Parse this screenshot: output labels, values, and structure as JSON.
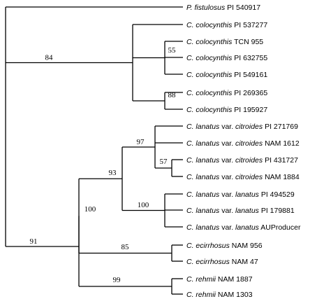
{
  "tree": {
    "taxa": [
      {
        "id": "t1",
        "genus": "P.",
        "epithet": "fistulosus",
        "mid": "",
        "cultivar": "",
        "suffix": "PI 540917"
      },
      {
        "id": "t2",
        "genus": "C.",
        "epithet": "colocynthis",
        "mid": "",
        "cultivar": "",
        "suffix": "PI 537277"
      },
      {
        "id": "t3",
        "genus": "C.",
        "epithet": "colocynthis",
        "mid": "",
        "cultivar": "",
        "suffix": "TCN 955"
      },
      {
        "id": "t4",
        "genus": "C.",
        "epithet": "colocynthis",
        "mid": "",
        "cultivar": "",
        "suffix": "PI 632755"
      },
      {
        "id": "t5",
        "genus": "C.",
        "epithet": "colocynthis",
        "mid": "",
        "cultivar": "",
        "suffix": "PI 549161"
      },
      {
        "id": "t6",
        "genus": "C.",
        "epithet": "colocynthis",
        "mid": "",
        "cultivar": "",
        "suffix": "PI 269365"
      },
      {
        "id": "t7",
        "genus": "C.",
        "epithet": "colocynthis",
        "mid": "",
        "cultivar": "",
        "suffix": "PI 195927"
      },
      {
        "id": "t8",
        "genus": "C.",
        "epithet": "lanatus",
        "mid": "var.",
        "cultivar": "citroides",
        "suffix": "PI 271769"
      },
      {
        "id": "t9",
        "genus": "C.",
        "epithet": "lanatus",
        "mid": "var.",
        "cultivar": "citroides",
        "suffix": "NAM 1612"
      },
      {
        "id": "t10",
        "genus": "C.",
        "epithet": "lanatus",
        "mid": "var.",
        "cultivar": "citroides",
        "suffix": "PI 431727"
      },
      {
        "id": "t11",
        "genus": "C.",
        "epithet": "lanatus",
        "mid": "var.",
        "cultivar": "citroides",
        "suffix": "NAM 1884"
      },
      {
        "id": "t12",
        "genus": "C.",
        "epithet": "lanatus",
        "mid": "var.",
        "cultivar": "lanatus",
        "suffix": "PI 494529"
      },
      {
        "id": "t13",
        "genus": "C.",
        "epithet": "lanatus",
        "mid": "var.",
        "cultivar": "lanatus",
        "suffix": "PI 179881"
      },
      {
        "id": "t14",
        "genus": "C.",
        "epithet": "lanatus",
        "mid": "var.",
        "cultivar": "lanatus",
        "suffix": "AUProducer"
      },
      {
        "id": "t15",
        "genus": "C.",
        "epithet": "ecirrhosus",
        "mid": "",
        "cultivar": "",
        "suffix": "NAM 956"
      },
      {
        "id": "t16",
        "genus": "C.",
        "epithet": "ecirrhosus",
        "mid": "",
        "cultivar": "",
        "suffix": "NAM 47"
      },
      {
        "id": "t17",
        "genus": "C.",
        "epithet": "rehmii",
        "mid": "",
        "cultivar": "",
        "suffix": "NAM 1887"
      },
      {
        "id": "t18",
        "genus": "C.",
        "epithet": "rehmii",
        "mid": "",
        "cultivar": "",
        "suffix": "NAM 1303"
      }
    ],
    "support_values": {
      "s84": "84",
      "s55": "55",
      "s88": "88",
      "s91": "91",
      "s100a": "100",
      "s93": "93",
      "s97": "97",
      "s57": "57",
      "s100b": "100",
      "s85": "85",
      "s99": "99"
    }
  }
}
